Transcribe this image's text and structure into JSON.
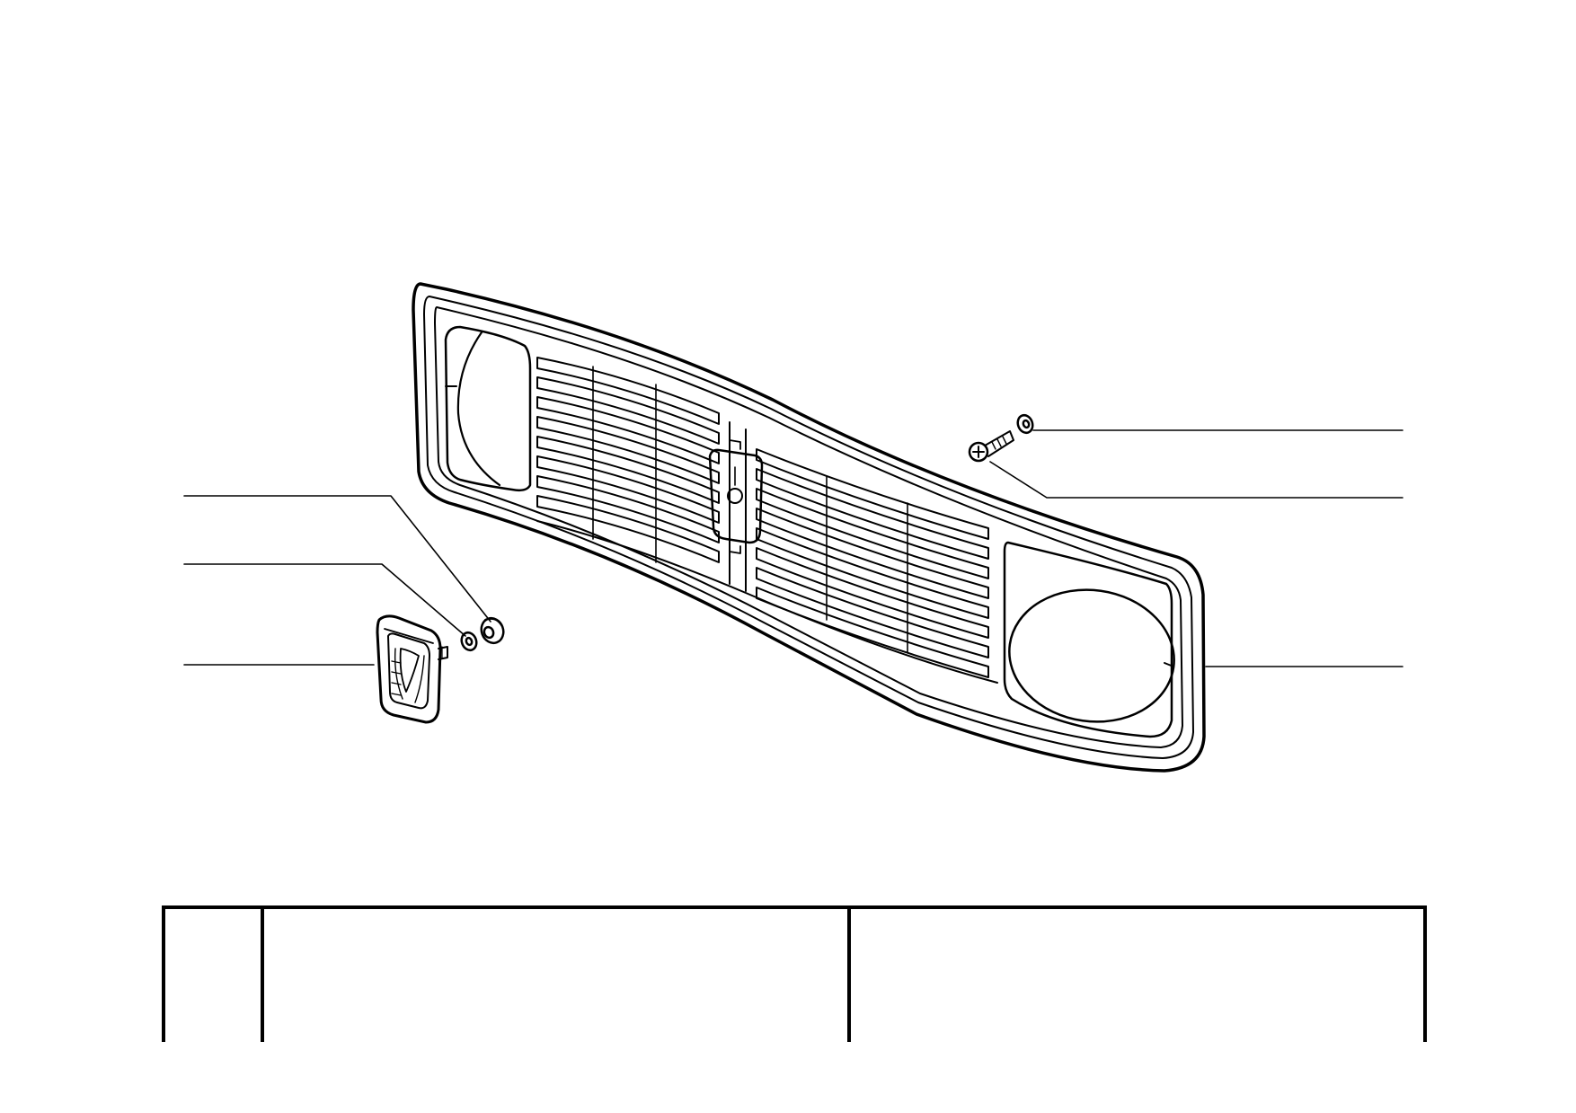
{
  "diagram": {
    "type": "exploded-parts-drawing",
    "parts": [
      {
        "id": "radiator-grille",
        "name": "radiator grille"
      },
      {
        "id": "emblem",
        "name": "emblem"
      },
      {
        "id": "nut",
        "name": "nut"
      },
      {
        "id": "washer-left",
        "name": "washer"
      },
      {
        "id": "screw",
        "name": "screw"
      },
      {
        "id": "washer-right",
        "name": "washer"
      }
    ],
    "leaders": [
      {
        "part": "nut",
        "side": "left"
      },
      {
        "part": "washer-left",
        "side": "left"
      },
      {
        "part": "emblem",
        "side": "left"
      },
      {
        "part": "washer-right",
        "side": "right"
      },
      {
        "part": "screw",
        "side": "right"
      },
      {
        "part": "radiator-grille",
        "side": "right"
      }
    ]
  },
  "parts_table": {
    "columns": [
      "",
      "",
      ""
    ],
    "rows": []
  },
  "colors": {
    "ink": "#000000",
    "paper": "#ffffff"
  }
}
